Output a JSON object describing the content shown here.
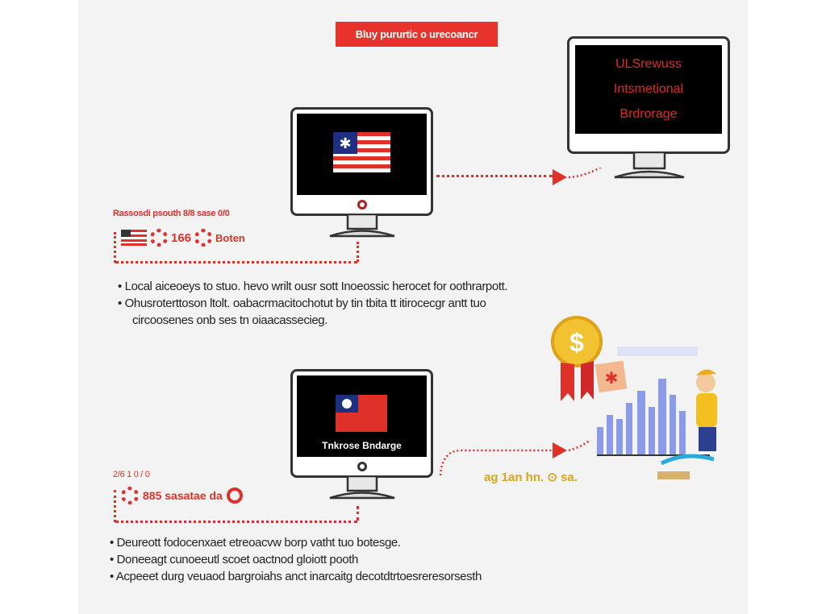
{
  "banner": {
    "title": "Bluy pururtic o urecoancr"
  },
  "destination_monitor": {
    "lines": [
      "ULSrewuss",
      "Intsmetional",
      "Brdrorage"
    ]
  },
  "section1": {
    "label": "Rassosdi psouth 8/8 sase 0/0",
    "amount": "166",
    "currency_label": "Boten",
    "bullets": [
      "Local aiceoeys to stuo. hevo wrilt ousr sott Inoeossic herocet for oothrarpott.",
      "Ohusroterttoson ltolt. oabacrmacitochotut by tin tbita tt itirocecgr antt tuo",
      "circoosenes onb ses tn oiaacassecieg."
    ]
  },
  "section2": {
    "screen_text": "Tnkrose Bndarge",
    "label": "2/6 1 0 / 0",
    "amount_text": "885 sasatae da",
    "gold_text": "ag 1an hn. ⊙ sa.",
    "bullets": [
      "Deureott fodocenxaet etreoacvw borp vatht tuo botesge.",
      "Doneeagt cunoeeutl scoet oactnod gloiott pooth",
      "Acpeeet durg veuaod bargroiahs anct inarcaitg decotdtrtoesreresorsesth"
    ]
  },
  "colors": {
    "accent": "#e8322c",
    "gold": "#d9a520"
  }
}
